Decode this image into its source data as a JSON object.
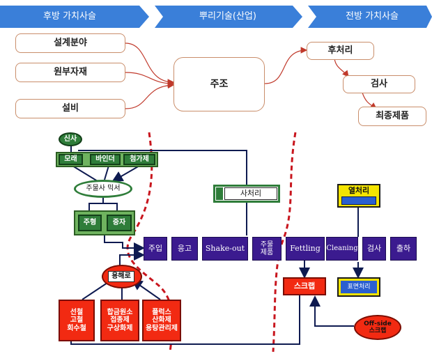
{
  "top": {
    "arrows": [
      {
        "id": "backward",
        "label": "후방 가치사슬"
      },
      {
        "id": "root",
        "label": "뿌리기술(산업)"
      },
      {
        "id": "forward",
        "label": "전방 가치사슬"
      }
    ],
    "inputs": [
      "설계분야",
      "원부자재",
      "설비"
    ],
    "center": "주조",
    "outputs": [
      "후처리",
      "검사",
      "최종제품"
    ]
  },
  "process": {
    "sand": "신사",
    "materials": [
      "모래",
      "바인더",
      "첨가제"
    ],
    "mixer": "주물사 믹서",
    "molds": [
      "주형",
      "중자"
    ],
    "furnace": "용해로",
    "raw_groups": [
      [
        "선철",
        "고철",
        "회수철"
      ],
      [
        "합금원소",
        "접종제",
        "구상화제"
      ],
      [
        "플럭스",
        "산화제",
        "용탕관리제"
      ]
    ],
    "sand_treatment": "사처리",
    "flow": [
      "주입",
      "응고",
      "Shake-out",
      "주물\n제품",
      "Fettling",
      "Cleaning",
      "검사",
      "출하"
    ],
    "heat_treatment": "열처리",
    "surface_treatment": "표면처리",
    "scrap": "스크랩",
    "offside_scrap": "Off-side\n스크랩"
  },
  "colors": {
    "chevron": "#3a7fd9",
    "green": "#2f7d3a",
    "purple": "#3b1b8f",
    "red": "#f22a12",
    "yellow": "#f4e400",
    "blue": "#2a5fd0",
    "divider": "#c8161e"
  }
}
